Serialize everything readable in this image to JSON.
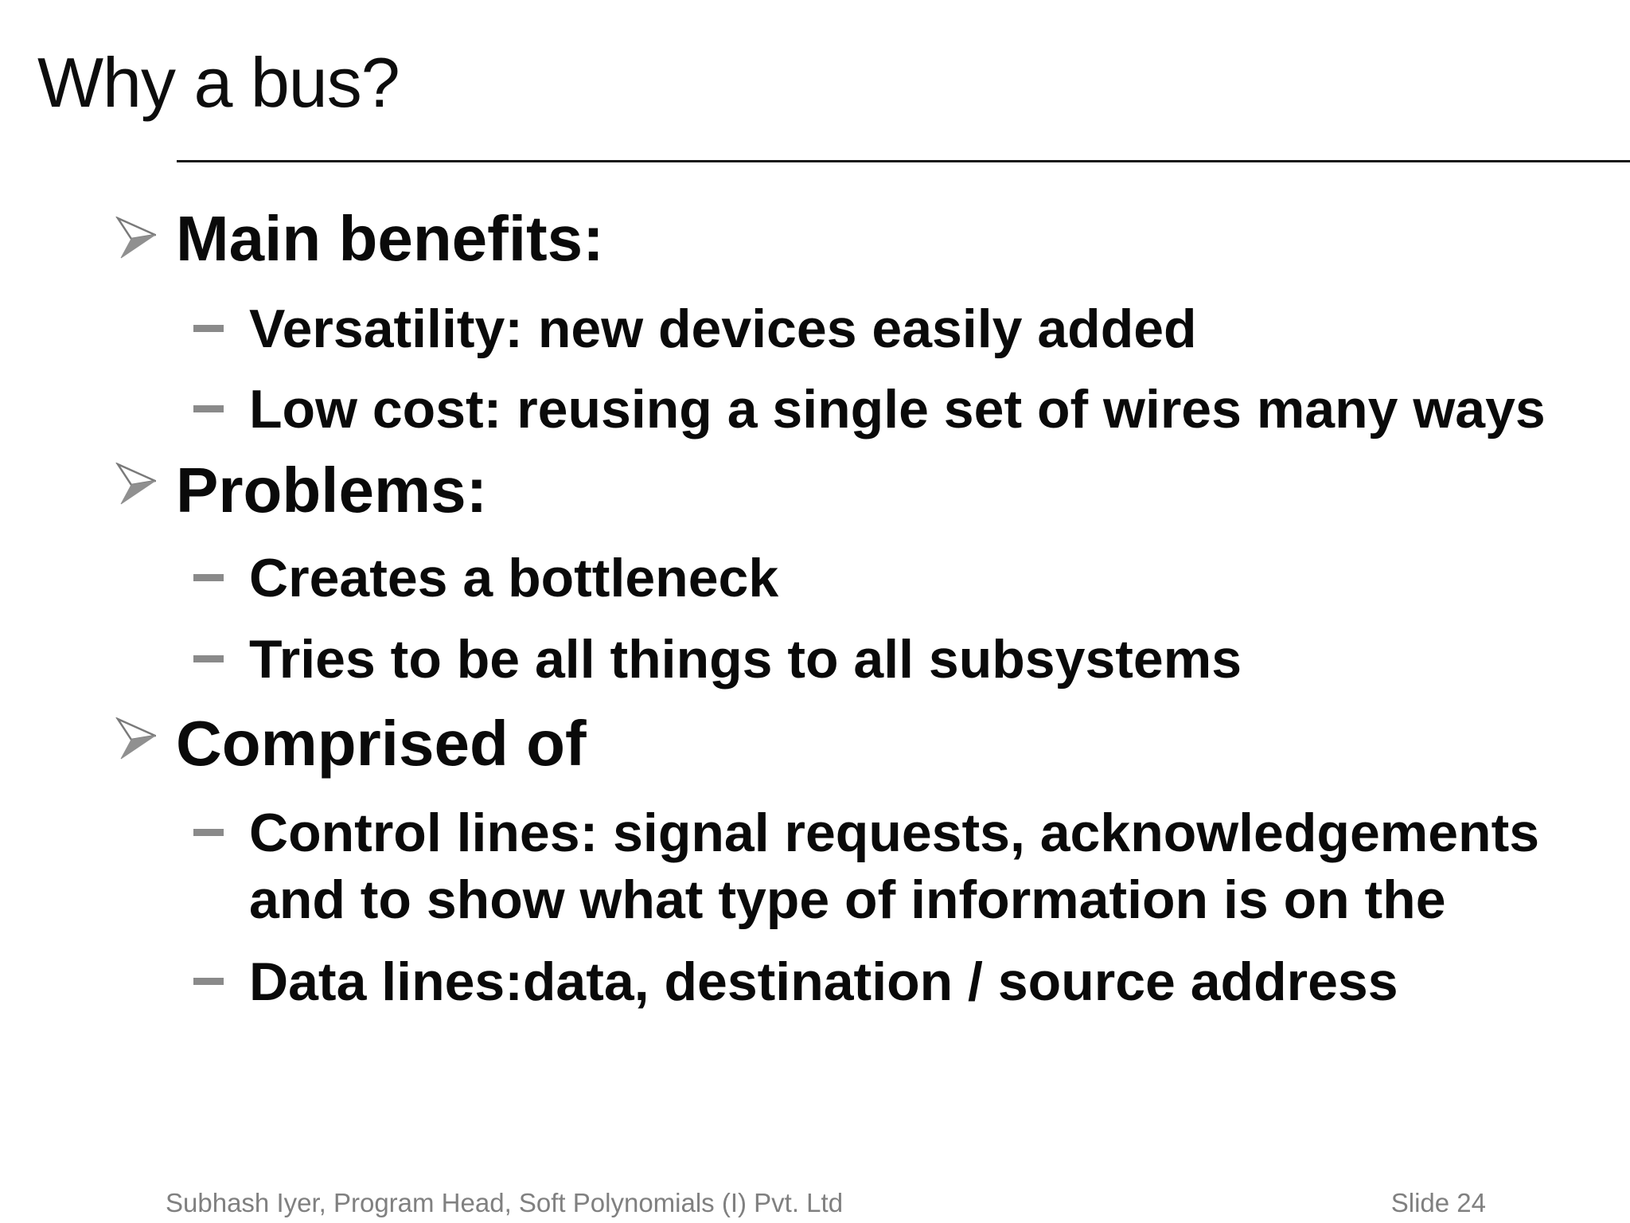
{
  "slide": {
    "title": "Why a bus?",
    "bullets": [
      {
        "level": 1,
        "text": "Main benefits:"
      },
      {
        "level": 2,
        "text": "Versatility: new devices easily added"
      },
      {
        "level": 2,
        "text": "Low cost: reusing a single set of wires many ways"
      },
      {
        "level": 1,
        "text": "Problems:"
      },
      {
        "level": 2,
        "text": "Creates a bottleneck"
      },
      {
        "level": 2,
        "text": "Tries to be all things to all subsystems"
      },
      {
        "level": 1,
        "text": "Comprised of"
      },
      {
        "level": 2,
        "text": "Control lines: signal requests, acknowledgements\nand to show what type of information is on the"
      },
      {
        "level": 2,
        "text": "Data lines:data, destination / source address"
      }
    ],
    "footer": {
      "left": "Subhash Iyer, Program Head, Soft Polynomials (I) Pvt. Ltd",
      "right": "Slide 24"
    },
    "icons": {
      "level1_bullet": "arrowhead-3d",
      "level2_bullet": "dash"
    },
    "colors": {
      "background": "#ffffff",
      "text": "#0a0a0a",
      "rule": "#151515",
      "muted_gray": "#808080",
      "bullet_gray": "#8a8a8a"
    }
  }
}
